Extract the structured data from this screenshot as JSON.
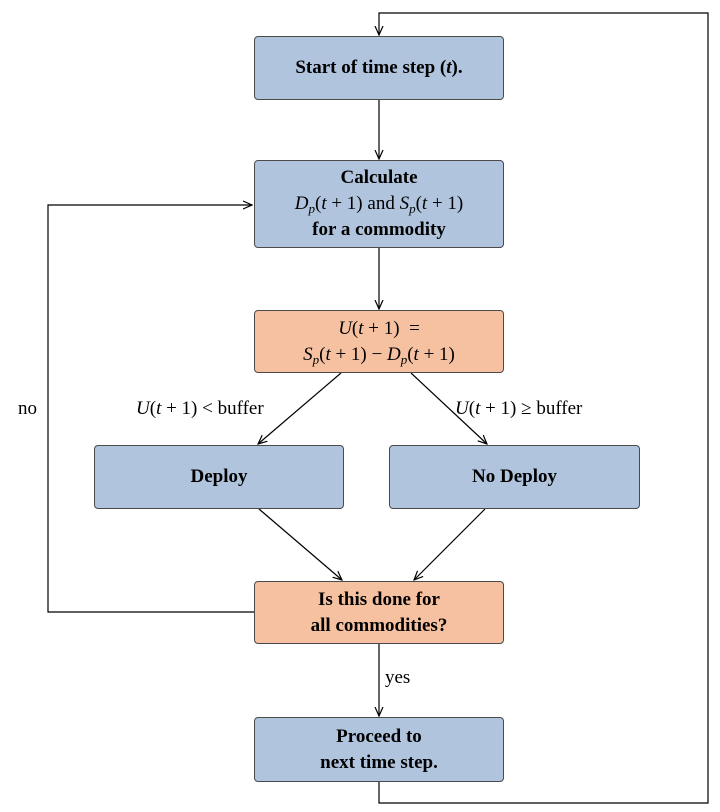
{
  "nodes": {
    "start": {
      "text": "Start of time step (t).",
      "color": "#b0c4de"
    },
    "calculate": {
      "line1": "Calculate",
      "line2_d": "D",
      "line2_d_sub": "p",
      "line2_mid": "(t + 1) and ",
      "line2_s": "S",
      "line2_s_sub": "p",
      "line2_end": "(t + 1)",
      "line3": "for a commodity",
      "color": "#b0c4de"
    },
    "utility": {
      "line1": "U(t + 1)  =",
      "line2_s": "S",
      "line2_s_sub": "p",
      "line2_mid": "(t + 1) − ",
      "line2_d": "D",
      "line2_d_sub": "p",
      "line2_end": "(t + 1)",
      "color": "#f6c1a0"
    },
    "deploy": {
      "text": "Deploy",
      "color": "#b0c4de"
    },
    "no_deploy": {
      "text": "No Deploy",
      "color": "#b0c4de"
    },
    "check": {
      "line1": "Is this done for",
      "line2": "all commodities?",
      "color": "#f6c1a0"
    },
    "proceed": {
      "line1": "Proceed to",
      "line2": "next time step.",
      "color": "#b0c4de"
    }
  },
  "edge_labels": {
    "less": "U(t + 1) < buffer",
    "geq": "U(t + 1) ≥ buffer",
    "no": "no",
    "yes": "yes"
  }
}
